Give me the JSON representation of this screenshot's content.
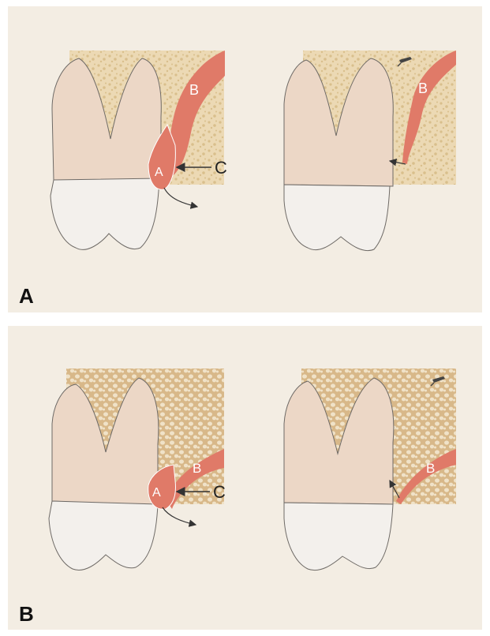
{
  "figure": {
    "panels": [
      {
        "letter": "A",
        "label_gum_flap": "A",
        "label_soft_tissue": "B",
        "label_pointer": "C"
      },
      {
        "letter": "B",
        "label_gum_flap": "A",
        "label_soft_tissue": "B",
        "label_pointer": "C"
      }
    ]
  },
  "colors": {
    "background": "#f3ede3",
    "bone": "#ecd9b4",
    "bone_pattern": "#d9bf8c",
    "root": "#ecd7c6",
    "crown": "#f3f0ec",
    "gingiva": "#e07a68",
    "outline": "#6e6a66"
  },
  "icons": [
    "arrow-icon",
    "scalpel-icon"
  ]
}
